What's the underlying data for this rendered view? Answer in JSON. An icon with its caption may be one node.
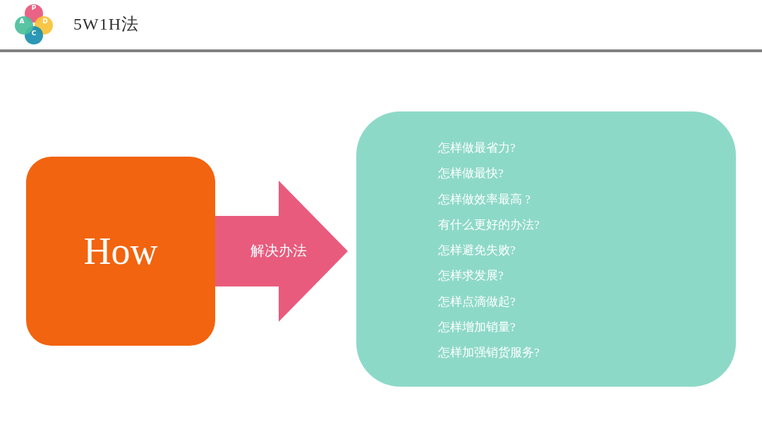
{
  "diagram": {
    "title": "5W1H法",
    "nodes": [
      {
        "text": [
          "How"
        ]
      },
      {
        "text": [
          "怎样做最省力?",
          "怎样做最快?",
          "怎样做效率最高 ?",
          "有什么更好的办法?",
          "怎样避免失败?",
          "怎样求发展?",
          "怎样点滴做起?",
          "怎样增加销量?",
          "怎样加强销货服务?"
        ]
      }
    ],
    "edges": [
      {
        "from": 0,
        "to": 1,
        "arrow": "to",
        "label": "解决办法"
      }
    ],
    "labels": [
      "P",
      "D",
      "C",
      "A"
    ]
  }
}
